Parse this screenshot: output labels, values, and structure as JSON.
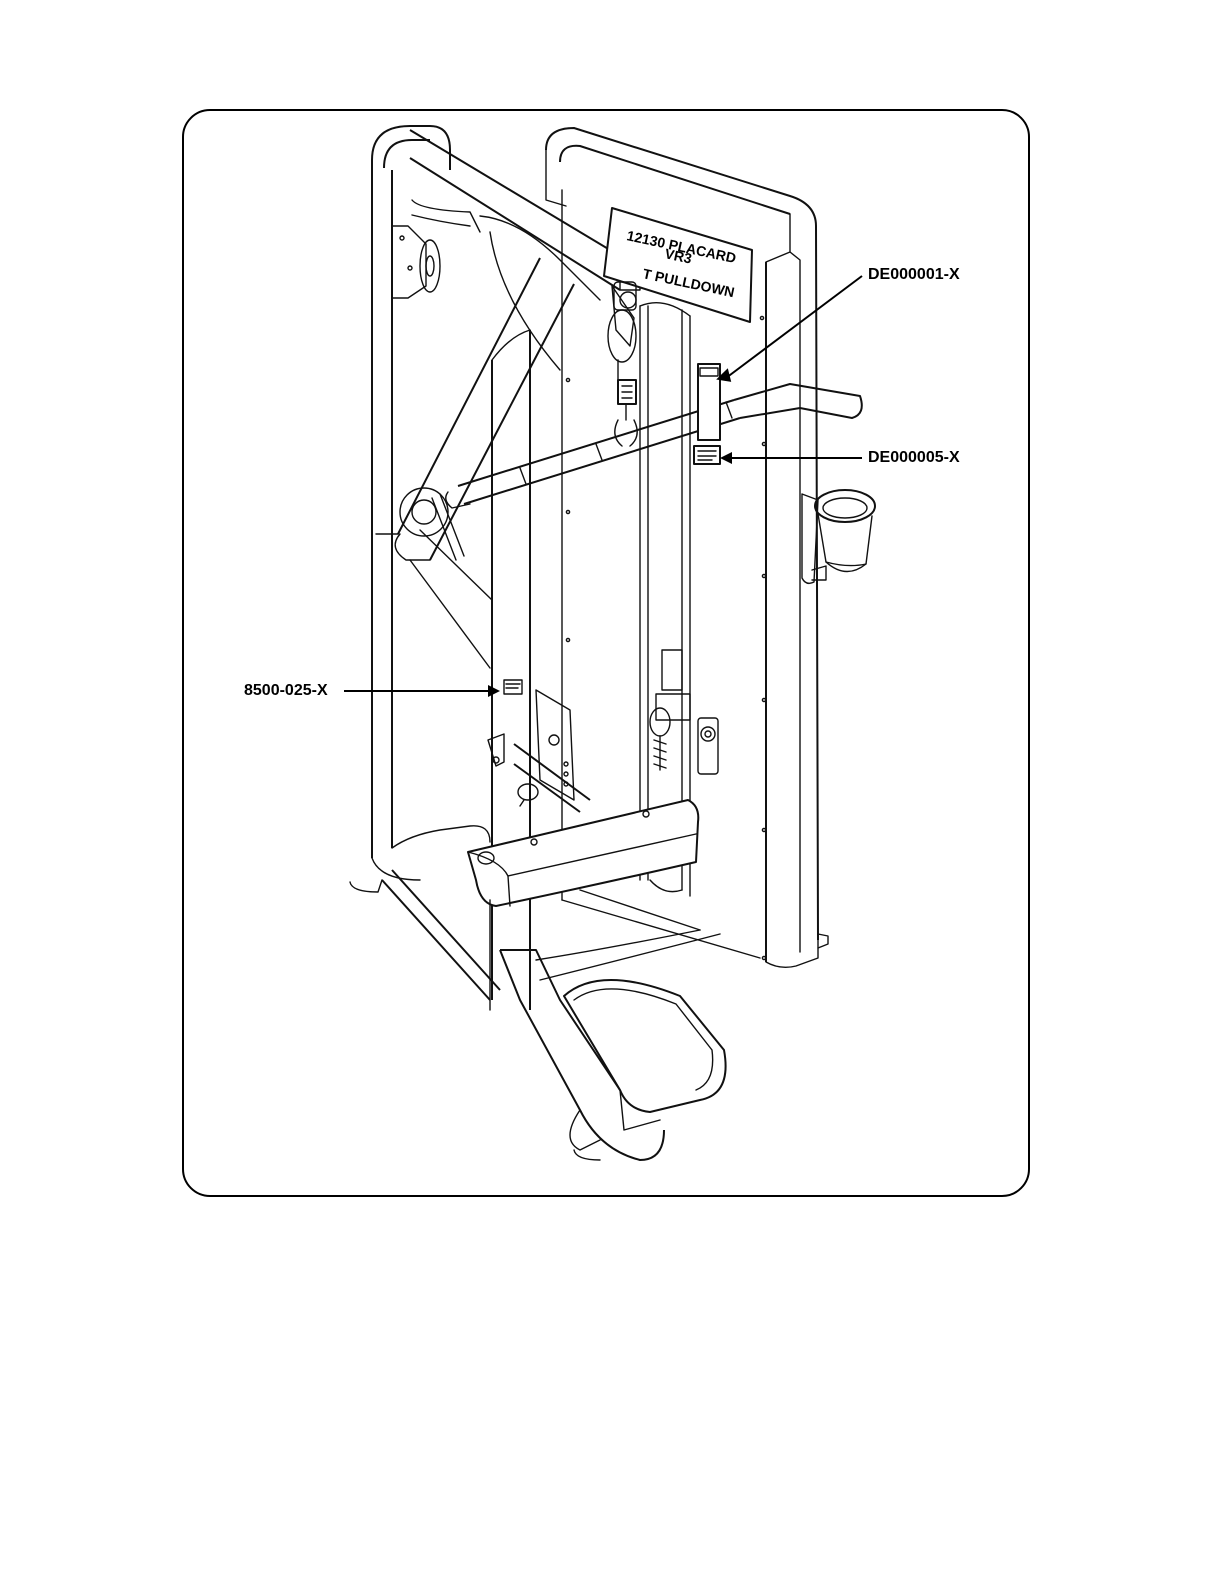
{
  "placard": {
    "line1": "12130 PLACARD",
    "line2": "VR3",
    "line3": "T PULLDOWN"
  },
  "callouts": [
    {
      "label": "DE000001-X"
    },
    {
      "label": "DE000005-X"
    },
    {
      "label": "8500-025-X"
    }
  ]
}
